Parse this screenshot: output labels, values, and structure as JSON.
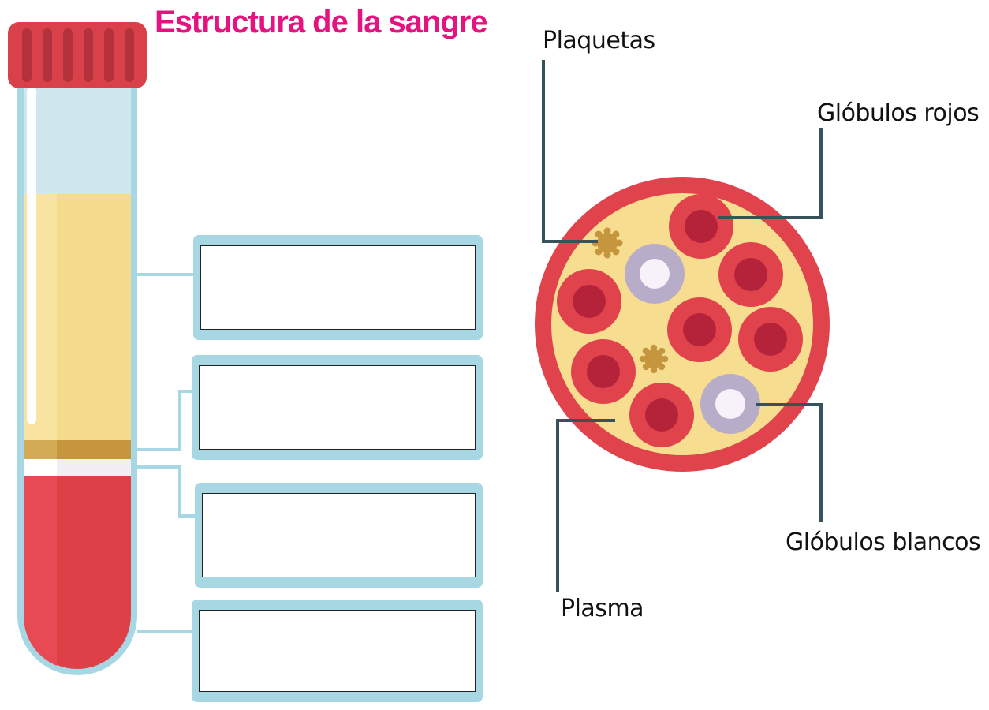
{
  "title": "Estructura de la sangre",
  "labels": {
    "plaquetas": "Plaquetas",
    "globulos_rojos": "Glóbulos rojos",
    "globulos_blancos": "Glóbulos blancos",
    "plasma": "Plasma"
  },
  "answer_boxes": [
    {
      "value": ""
    },
    {
      "value": ""
    },
    {
      "value": ""
    },
    {
      "value": ""
    }
  ],
  "colors": {
    "title": "#e5137f",
    "tube_outline": "#a8d7e4",
    "cap": "#d9404a",
    "plasma": "#f5dc8d",
    "buffy_coat": "#c6963f",
    "red_blood": "#dd4046",
    "leader_line": "#37525a"
  },
  "icons": [
    "test-tube",
    "blood-cross-section"
  ]
}
